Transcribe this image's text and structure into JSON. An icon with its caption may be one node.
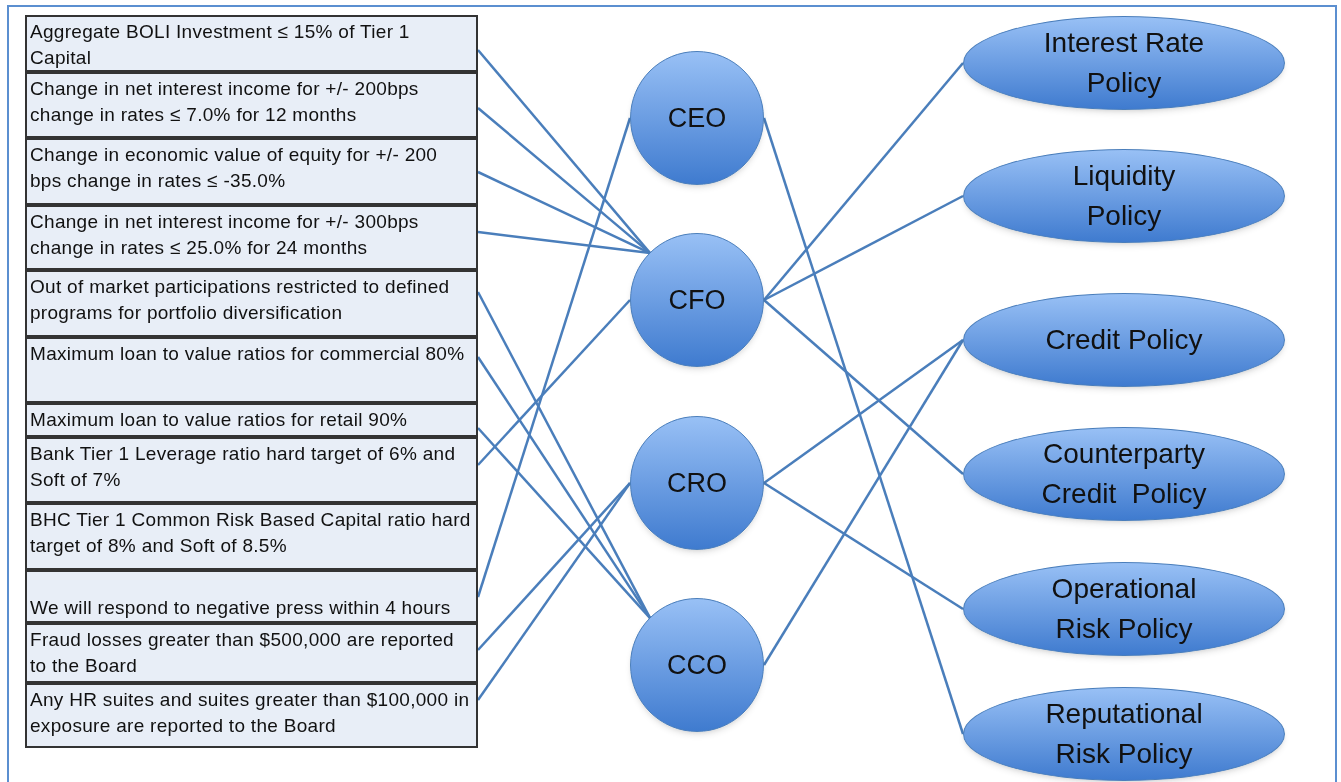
{
  "diagram": {
    "nodes": [
      {
        "text": [
          "Aggregate BOLI Investment ≤ 15% of Tier 1 Capital"
        ]
      },
      {
        "text": [
          "Change in net interest income for +/- 200bps change in rates ≤ 7.0% for 12 months"
        ]
      },
      {
        "text": [
          "Change in economic value of equity for +/- 200 bps change in rates ≤ -35.0%"
        ]
      },
      {
        "text": [
          "Change in net interest income for +/- 300bps change in rates ≤ 25.0% for 24 months"
        ]
      },
      {
        "text": [
          "Out of market participations restricted to defined programs for portfolio diversification"
        ]
      },
      {
        "text": [
          "Maximum loan to value ratios for commercial 80%"
        ]
      },
      {
        "text": [
          "Maximum loan to value ratios for retail 90%"
        ]
      },
      {
        "text": [
          "Bank Tier 1 Leverage ratio hard target of 6% and Soft of 7%"
        ]
      },
      {
        "text": [
          "BHC Tier 1 Common Risk Based Capital ratio hard target of 8% and Soft of 8.5%"
        ]
      },
      {
        "text": [
          "We will respond to negative press within 4 hours"
        ]
      },
      {
        "text": [
          "Fraud losses greater than $500,000 are reported to the Board"
        ]
      },
      {
        "text": [
          "Any HR suites and suites greater than $100,000 in exposure are reported to the Board"
        ]
      },
      {
        "text": [
          "CEO"
        ]
      },
      {
        "text": [
          "CFO"
        ]
      },
      {
        "text": [
          "CRO"
        ]
      },
      {
        "text": [
          "CCO"
        ]
      },
      {
        "text": [
          "Interest Rate Policy"
        ]
      },
      {
        "text": [
          "Liquidity Policy"
        ]
      },
      {
        "text": [
          "Credit Policy"
        ]
      },
      {
        "text": [
          "Counterparty Credit  Policy"
        ]
      },
      {
        "text": [
          "Operational Risk Policy"
        ]
      },
      {
        "text": [
          "Reputational Risk Policy"
        ]
      }
    ],
    "edges": [
      {
        "from": 0,
        "to": 13,
        "arrow": "none"
      },
      {
        "from": 1,
        "to": 13,
        "arrow": "none"
      },
      {
        "from": 2,
        "to": 13,
        "arrow": "none"
      },
      {
        "from": 3,
        "to": 13,
        "arrow": "none"
      },
      {
        "from": 4,
        "to": 15,
        "arrow": "none"
      },
      {
        "from": 5,
        "to": 15,
        "arrow": "none"
      },
      {
        "from": 6,
        "to": 15,
        "arrow": "none"
      },
      {
        "from": 7,
        "to": 13,
        "arrow": "none"
      },
      {
        "from": 9,
        "to": 12,
        "arrow": "none"
      },
      {
        "from": 10,
        "to": 14,
        "arrow": "none"
      },
      {
        "from": 11,
        "to": 14,
        "arrow": "none"
      },
      {
        "from": 12,
        "to": 21,
        "arrow": "none"
      },
      {
        "from": 13,
        "to": 16,
        "arrow": "none"
      },
      {
        "from": 13,
        "to": 17,
        "arrow": "none"
      },
      {
        "from": 13,
        "to": 19,
        "arrow": "none"
      },
      {
        "from": 14,
        "to": 18,
        "arrow": "none"
      },
      {
        "from": 14,
        "to": 20,
        "arrow": "none"
      },
      {
        "from": 15,
        "to": 18,
        "arrow": "none"
      }
    ]
  }
}
